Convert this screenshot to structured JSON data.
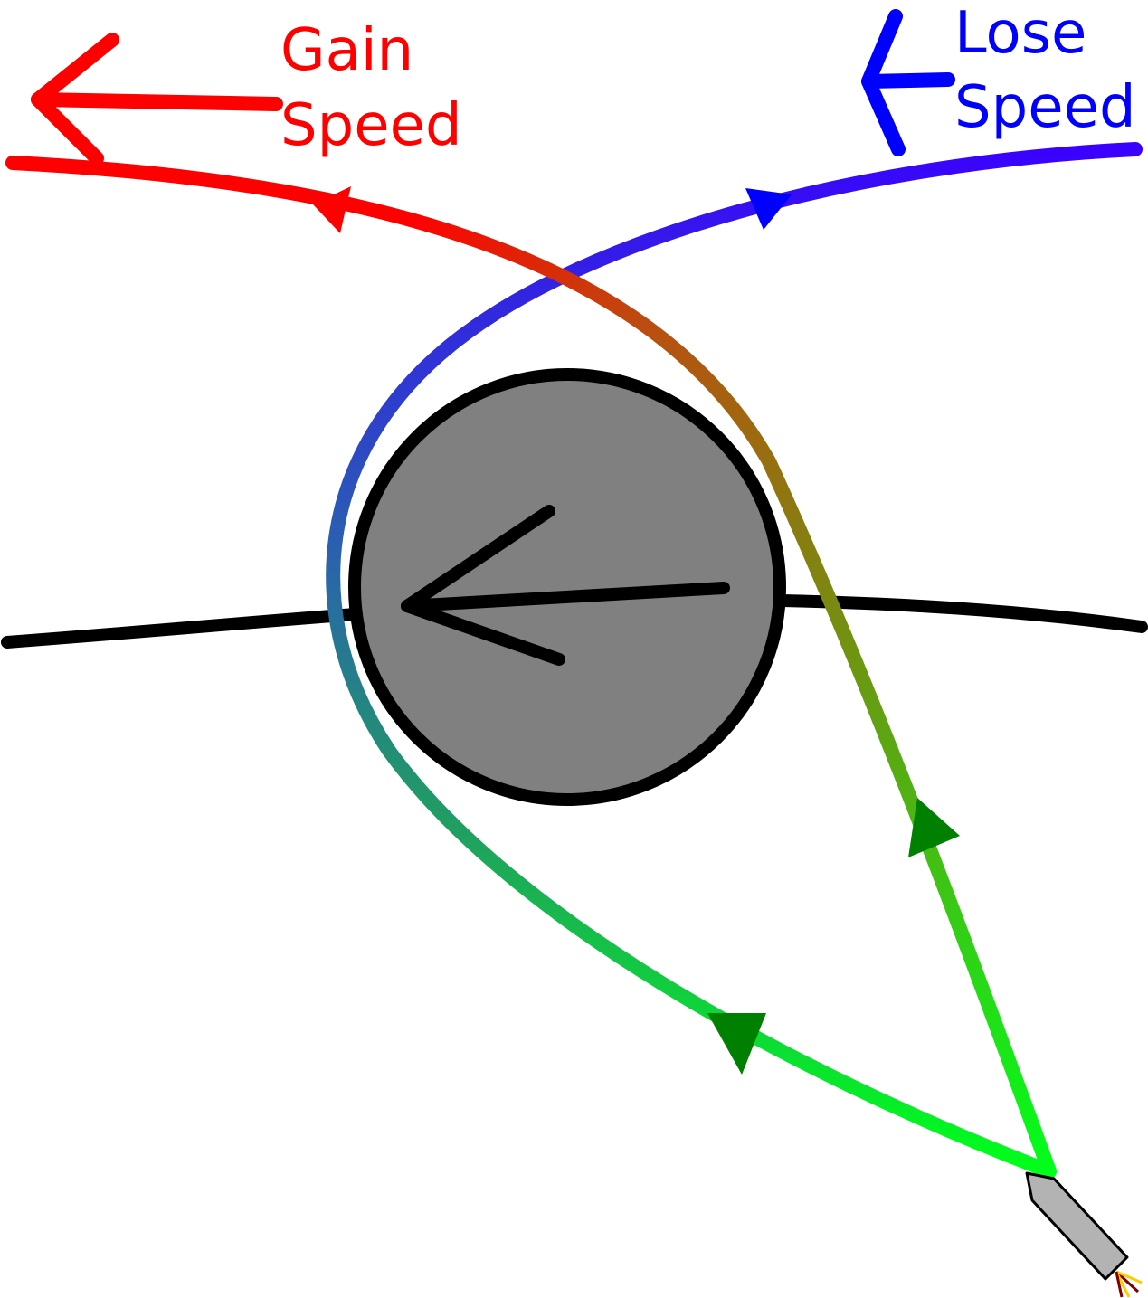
{
  "labels": {
    "gain_line1": "Gain",
    "gain_line2": "Speed",
    "lose_line1": "Lose",
    "lose_line2": "Speed"
  },
  "colors": {
    "gain": "#ff0000",
    "lose": "#0000ff",
    "planet_fill": "#808080",
    "outline": "#000000",
    "arrow_marker": "#008000",
    "spacecraft": "#b3b3b3"
  }
}
